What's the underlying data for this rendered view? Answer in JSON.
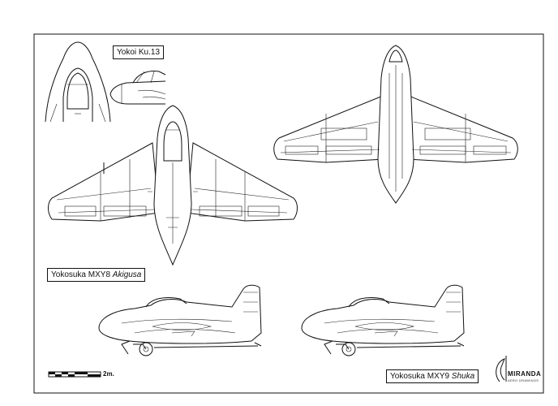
{
  "labels": {
    "ku13": "Yokoi Ku.13",
    "mxy8_name": "Yokosuka MXY8 ",
    "mxy8_italic": "Akigusa",
    "mxy9_name": "Yokosuka MXY9 ",
    "mxy9_italic": "Shuka"
  },
  "scale": {
    "label": "2m."
  },
  "logo": {
    "name": "MIRANDA",
    "sub": "AERO DRAWINGS"
  },
  "colors": {
    "ink": "#111111",
    "paper": "#ffffff"
  }
}
